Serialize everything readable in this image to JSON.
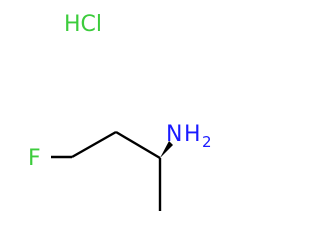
{
  "molecule": {
    "salt_label": "HCl",
    "atoms": {
      "fluorine": "F",
      "amine_n": "N",
      "amine_h": "H",
      "amine_h_count": "2"
    },
    "colors": {
      "halogen": "#3ccc3c",
      "nitrogen": "#1a1aff",
      "bond": "#000000"
    }
  }
}
